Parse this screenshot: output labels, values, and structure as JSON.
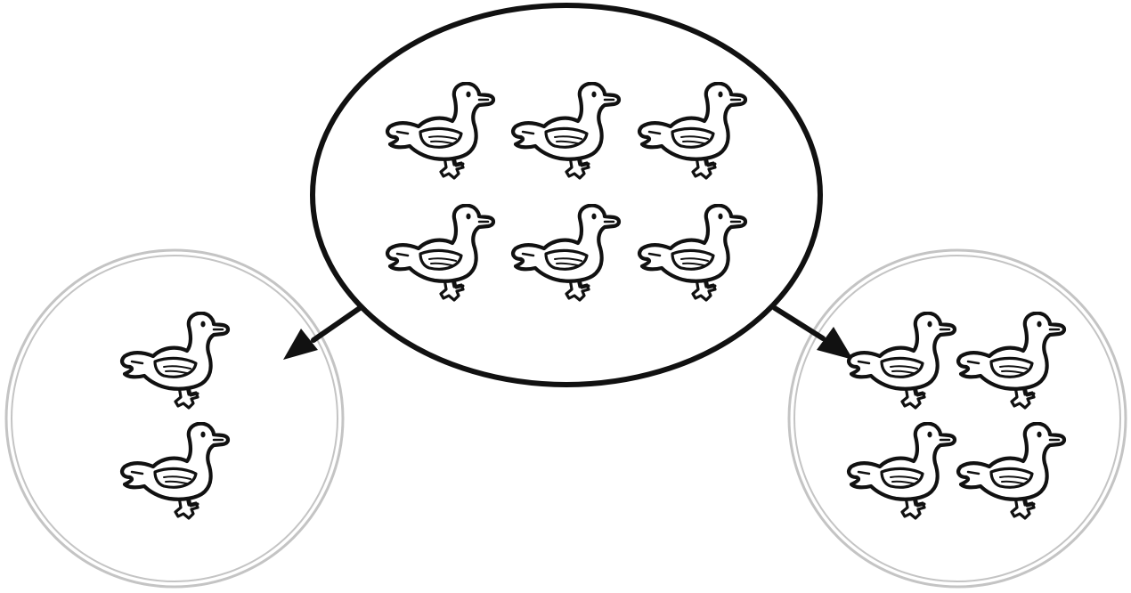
{
  "diagram": {
    "type": "part-whole-model",
    "whole": {
      "count": 6,
      "icon": "duck-icon"
    },
    "parts": [
      {
        "count": 2,
        "icon": "duck-icon"
      },
      {
        "count": 4,
        "icon": "duck-icon"
      }
    ],
    "colors": {
      "outline": "#111111",
      "part_ring": "#c4c4c4",
      "duck_fill": "#ffffff",
      "background": "#ffffff"
    }
  }
}
